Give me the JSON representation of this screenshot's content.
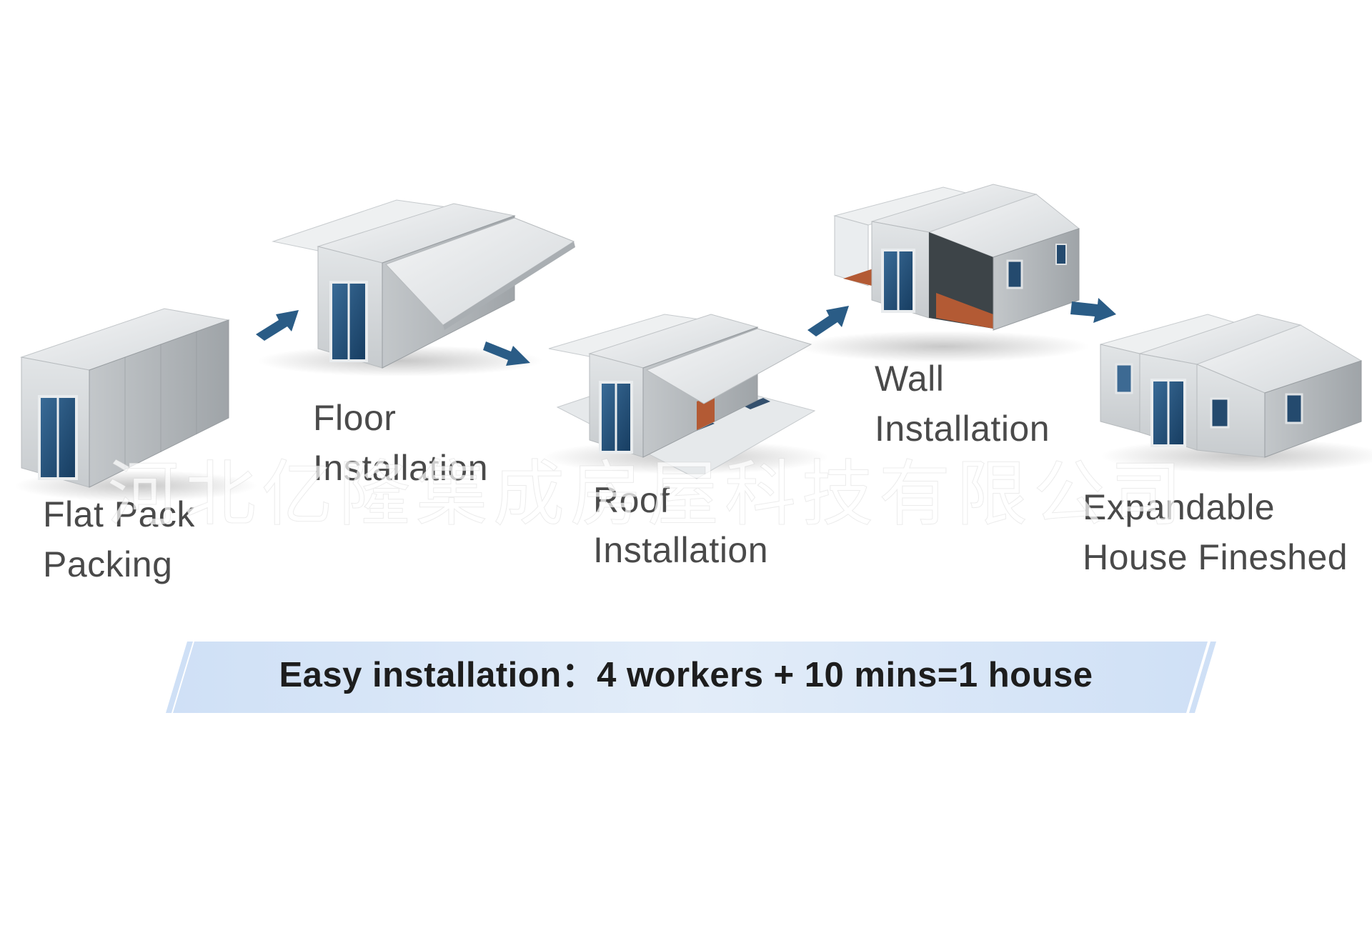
{
  "steps": [
    {
      "icon": "flat-pack-container-icon",
      "line1": "Flat Pack",
      "line2": "Packing"
    },
    {
      "icon": "floor-installation-house-icon",
      "line1": "Floor",
      "line2": "Installation"
    },
    {
      "icon": "roof-installation-house-icon",
      "line1": "Roof",
      "line2": "Installation"
    },
    {
      "icon": "wall-installation-house-icon",
      "line1": "Wall",
      "line2": "Installation"
    },
    {
      "icon": "finished-house-icon",
      "line1": "Expandable",
      "line2": "House Fineshed"
    }
  ],
  "banner": {
    "text": "Easy installation：4 workers + 10 mins=1 house"
  },
  "watermark": {
    "text": "河北亿隆集成房屋科技有限公司"
  },
  "colors": {
    "arrow": "#2a5c86",
    "panel": "#dfe3e6",
    "door_glass": "#20517f",
    "floor_wood": "#b35a34",
    "banner_fill": "#dce8f8",
    "label_text": "#4a4a4a"
  }
}
